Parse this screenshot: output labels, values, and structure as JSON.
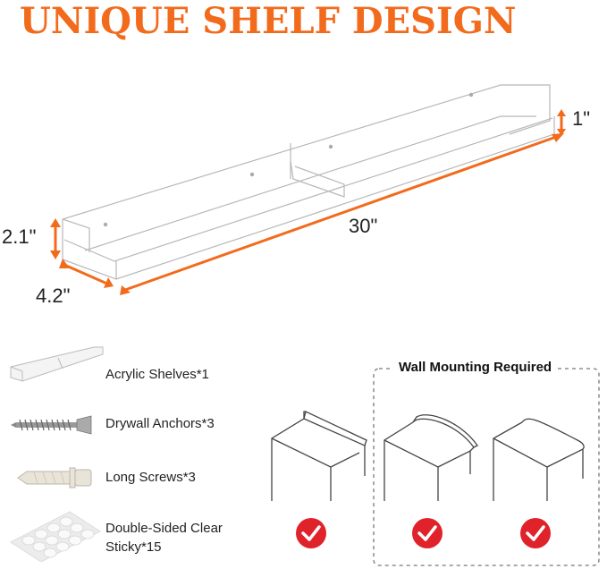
{
  "title": "UNIQUE SHELF DESIGN",
  "dimensions": {
    "height": "2.1\"",
    "depth": "4.2\"",
    "length": "30\"",
    "lip": "1\""
  },
  "items": [
    {
      "label": "Acrylic Shelves*1",
      "icon": "acrylic-shelf-icon"
    },
    {
      "label": "Drywall Anchors*3",
      "icon": "screw-icon"
    },
    {
      "label": "Long Screws*3",
      "icon": "wall-anchor-icon"
    },
    {
      "label": "Double-Sided Clear",
      "label2": "Sticky*15",
      "icon": "sticky-dots-icon"
    }
  ],
  "wall_mounting": {
    "label": "Wall Mounting Required"
  },
  "colors": {
    "accent": "#f26b1d",
    "check": "#e0222b"
  }
}
